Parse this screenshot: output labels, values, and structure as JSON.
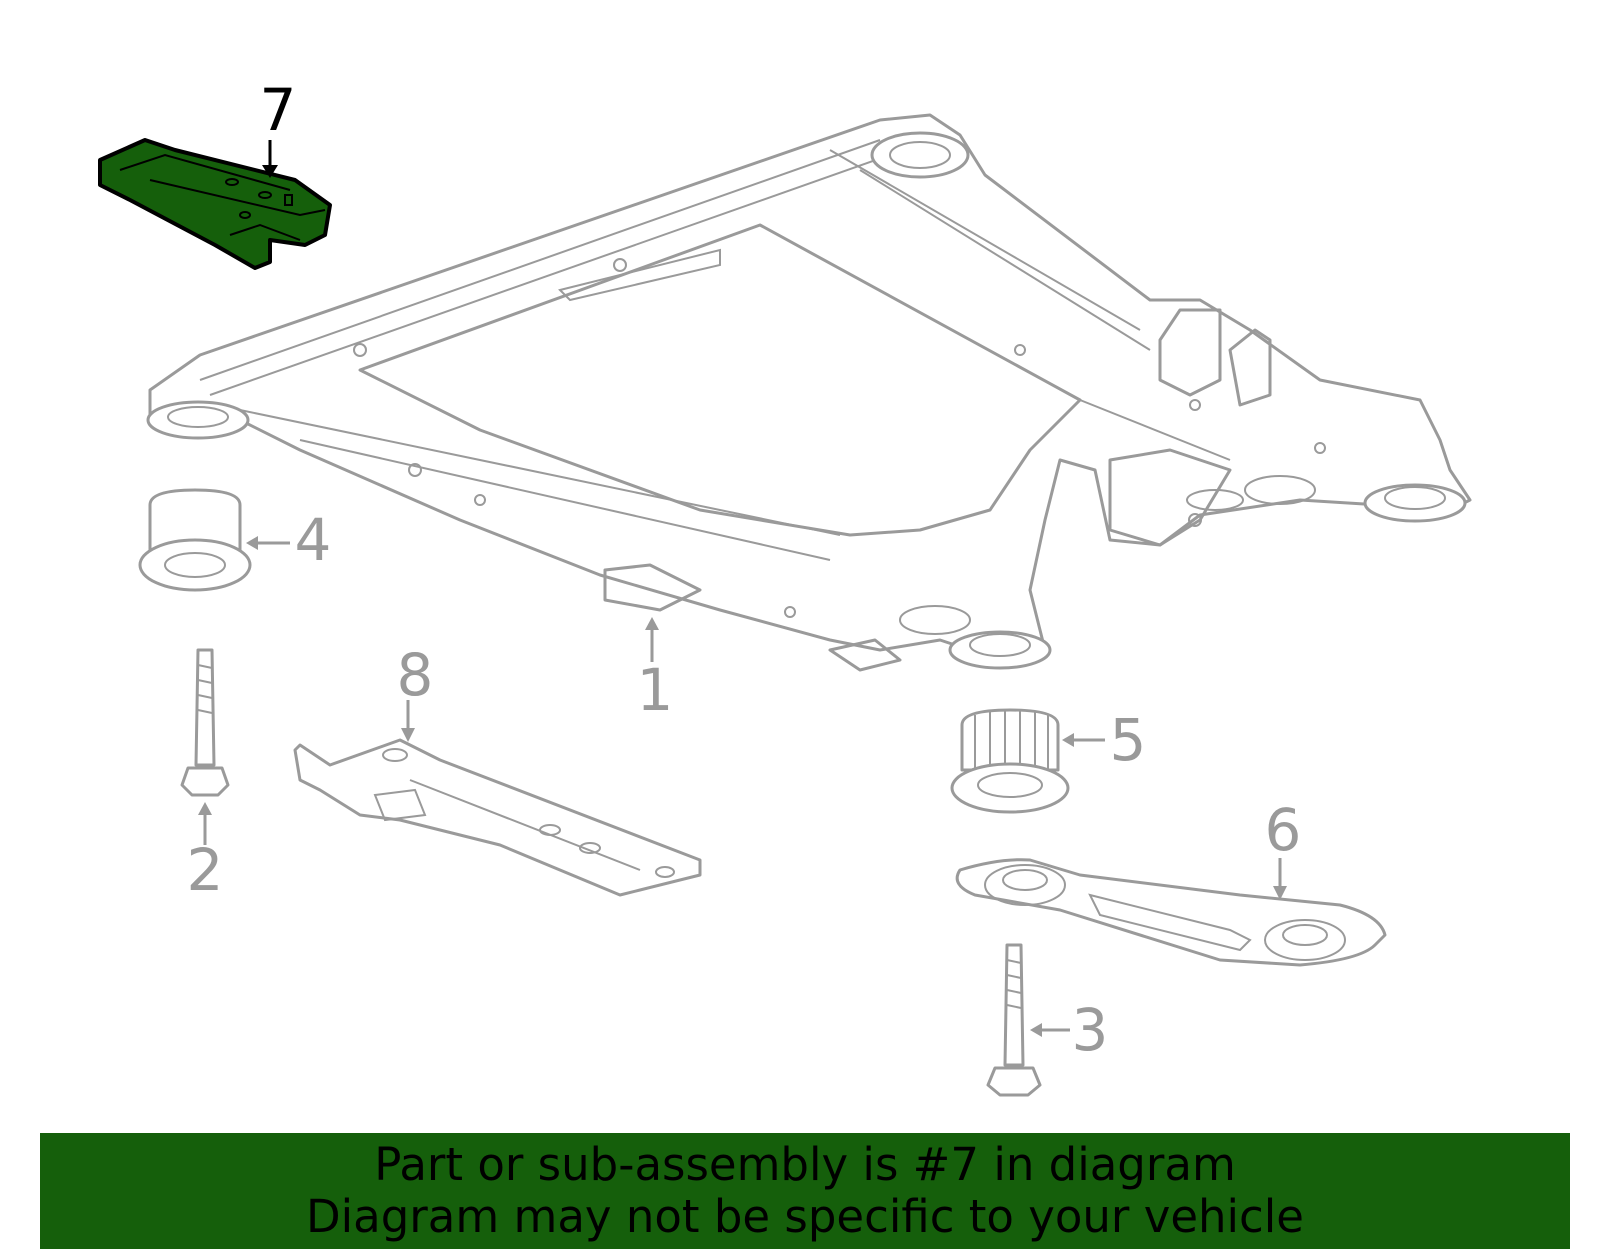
{
  "diagram": {
    "highlight_color": "#155f0b",
    "line_color": "#9a9a9a",
    "highlighted_part": "7",
    "callouts": [
      {
        "id": "c1",
        "label": "1"
      },
      {
        "id": "c2",
        "label": "2"
      },
      {
        "id": "c3",
        "label": "3"
      },
      {
        "id": "c4",
        "label": "4"
      },
      {
        "id": "c5",
        "label": "5"
      },
      {
        "id": "c6",
        "label": "6"
      },
      {
        "id": "c7",
        "label": "7"
      },
      {
        "id": "c8",
        "label": "8"
      }
    ]
  },
  "banner": {
    "line1": "Part or sub-assembly is #7 in diagram",
    "line2": "Diagram may not be specific to your vehicle",
    "background": "#155f0b"
  }
}
